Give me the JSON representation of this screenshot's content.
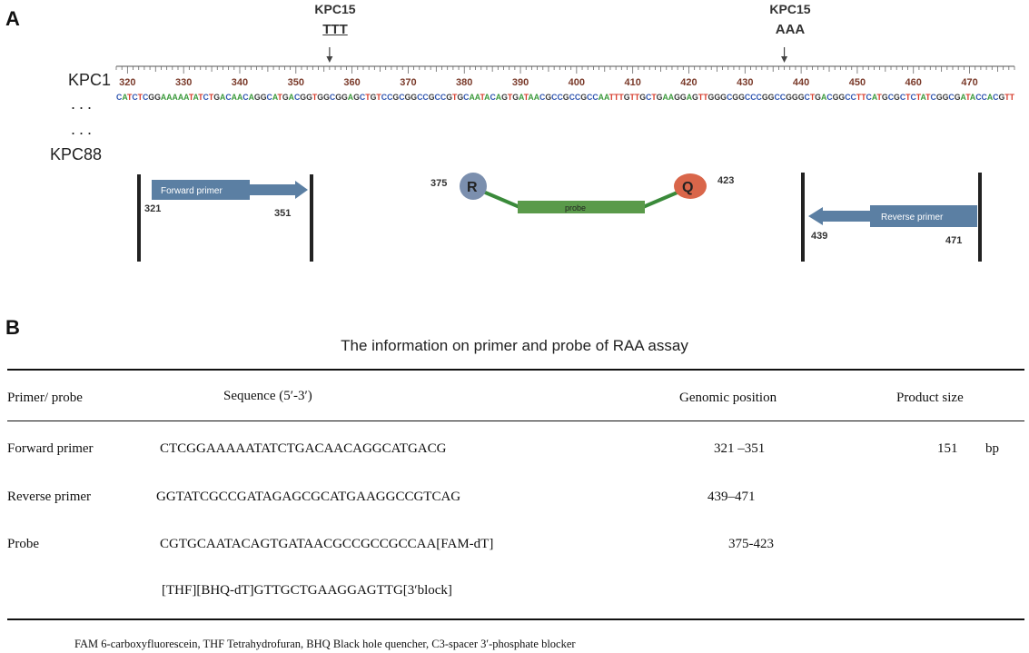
{
  "panel_a": {
    "label": "A",
    "mutations": [
      {
        "label": "KPC15",
        "codon": "TTT",
        "position": 356
      },
      {
        "label": "KPC15",
        "codon": "AAA",
        "position": 437
      }
    ],
    "kpc_top": "KPC1",
    "dots": "...",
    "kpc_bottom": "KPC88",
    "ruler": {
      "ticks": [
        320,
        330,
        340,
        350,
        360,
        370,
        380,
        390,
        400,
        410,
        420,
        430,
        440,
        450,
        460,
        470
      ],
      "start": 318,
      "end": 478
    },
    "sequence": "CATCTCGGAAAAATATCTGACAACAGGCATGACGGTGGCGGAGCTGTCCGCGGCCGCCGTGCAATACAGTGATAACGCCGCCGCCAATTTGTTGCTGAAGGAGTTGGGCGGCCCGGCCGGGCTGACGGCCTTCATGCGCTCTATCGGCGATACCACGTT",
    "base_colors": {
      "A": "#3c9a3c",
      "C": "#2f55b0",
      "G": "#3a3a3a",
      "T": "#d63a2a"
    },
    "forward_primer": {
      "label": "Forward primer",
      "start": "321",
      "end": "351"
    },
    "probe": {
      "label": "probe",
      "start": "375",
      "end": "423",
      "reporter": "R",
      "quencher": "Q"
    },
    "reverse_primer": {
      "label": "Reverse primer",
      "start": "439",
      "end": "471"
    }
  },
  "panel_b": {
    "label": "B",
    "title": "The information on primer and probe of RAA assay",
    "headers": {
      "primer": "Primer/ probe",
      "sequence": "Sequence (5′-3′)",
      "position": "Genomic position",
      "size": "Product size"
    },
    "rows": [
      {
        "name": "Forward primer",
        "sequence": "CTCGGAAAAATATCTGACAACAGGCATGACG",
        "position": "321 –351",
        "size": "151",
        "unit": "bp"
      },
      {
        "name": "Reverse primer",
        "sequence": "GGTATCGCCGATAGAGCGCATGAAGGCCGTCAG",
        "position": "439–471",
        "size": "",
        "unit": ""
      },
      {
        "name": "Probe",
        "sequence": "CGTGCAATACAGTGATAACGCCGCCGCCAA[FAM-dT]",
        "position": "375-423",
        "size": "",
        "unit": ""
      }
    ],
    "probe_continuation": "[THF][BHQ-dT]GTTGCTGAAGGAGTTG[3′block]",
    "footnote": "FAM 6-carboxyfluorescein, THF Tetrahydrofuran, BHQ Black hole quencher, C3-spacer 3′-phosphate blocker"
  }
}
